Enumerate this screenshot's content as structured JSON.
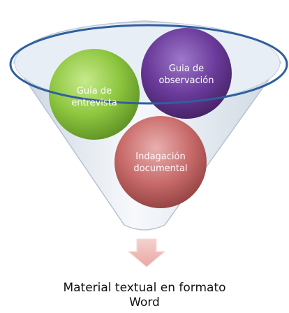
{
  "diagram": {
    "inputs": [
      {
        "line1": "Guía de",
        "line2": "entrevista",
        "color": "#8dc63f"
      },
      {
        "line1": "Guia de",
        "line2": "observación",
        "color": "#6a3a9a"
      },
      {
        "line1": "Indagación",
        "line2": "documental",
        "color": "#c86a6a"
      }
    ],
    "funnel_color": "#dfe7f0",
    "rim_color": "#2f5f9e",
    "arrow_color": "#f2c6c2",
    "result": {
      "line1": "Material textual en formato",
      "line2": "Word"
    }
  }
}
